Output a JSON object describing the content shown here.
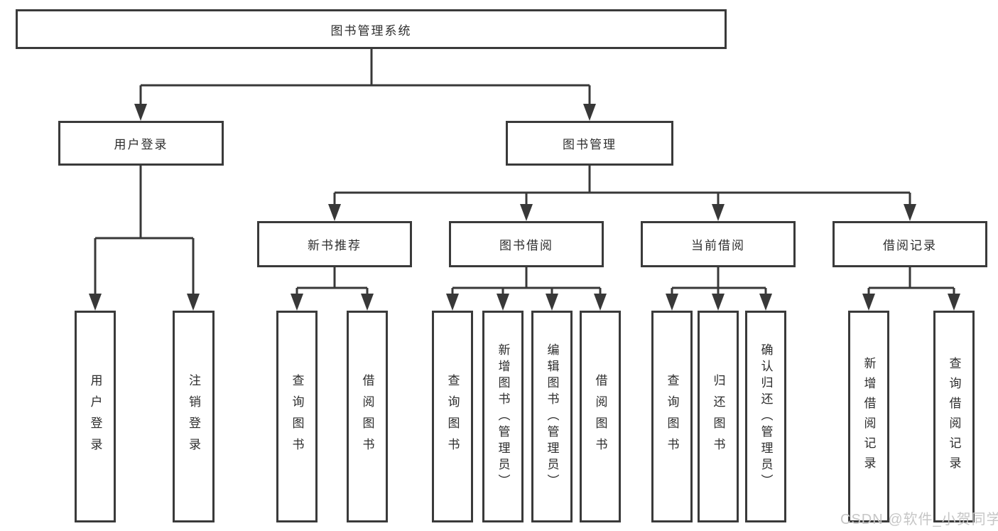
{
  "diagram": {
    "title": "图书管理系统",
    "nodes": {
      "root": "图书管理系统",
      "user_login": "用户登录",
      "book_mgmt": "图书管理",
      "new_book_rec": "新书推荐",
      "book_borrow": "图书借阅",
      "current_borrow": "当前借阅",
      "borrow_record": "借阅记录",
      "ul_login": "用户登录",
      "ul_logout": "注销登录",
      "nb_query": "查询图书",
      "nb_borrow": "借阅图书",
      "bb_query": "查询图书",
      "bb_add": "新增图书（管理员）",
      "bb_edit": "编辑图书（管理员）",
      "bb_borrow": "借阅图书",
      "cb_query": "查询图书",
      "cb_return": "归还图书",
      "cb_confirm": "确认归还（管理员）",
      "br_add": "新增借阅记录",
      "br_query": "查询借阅记录"
    },
    "tree": {
      "label": "图书管理系统",
      "children": [
        {
          "label": "用户登录",
          "children": [
            {
              "label": "用户登录"
            },
            {
              "label": "注销登录"
            }
          ]
        },
        {
          "label": "图书管理",
          "children": [
            {
              "label": "新书推荐",
              "children": [
                {
                  "label": "查询图书"
                },
                {
                  "label": "借阅图书"
                }
              ]
            },
            {
              "label": "图书借阅",
              "children": [
                {
                  "label": "查询图书"
                },
                {
                  "label": "新增图书（管理员）"
                },
                {
                  "label": "编辑图书（管理员）"
                },
                {
                  "label": "借阅图书"
                }
              ]
            },
            {
              "label": "当前借阅",
              "children": [
                {
                  "label": "查询图书"
                },
                {
                  "label": "归还图书"
                },
                {
                  "label": "确认归还（管理员）"
                }
              ]
            },
            {
              "label": "借阅记录",
              "children": [
                {
                  "label": "新增借阅记录"
                },
                {
                  "label": "查询借阅记录"
                }
              ]
            }
          ]
        }
      ]
    },
    "watermark": "CSDN @软件_小贺同学",
    "colors": {
      "line": "#383838",
      "box_border": "#3a3a3a",
      "text": "#2d2d2d",
      "watermark": "#c6c6c6",
      "background": "#ffffff"
    }
  }
}
